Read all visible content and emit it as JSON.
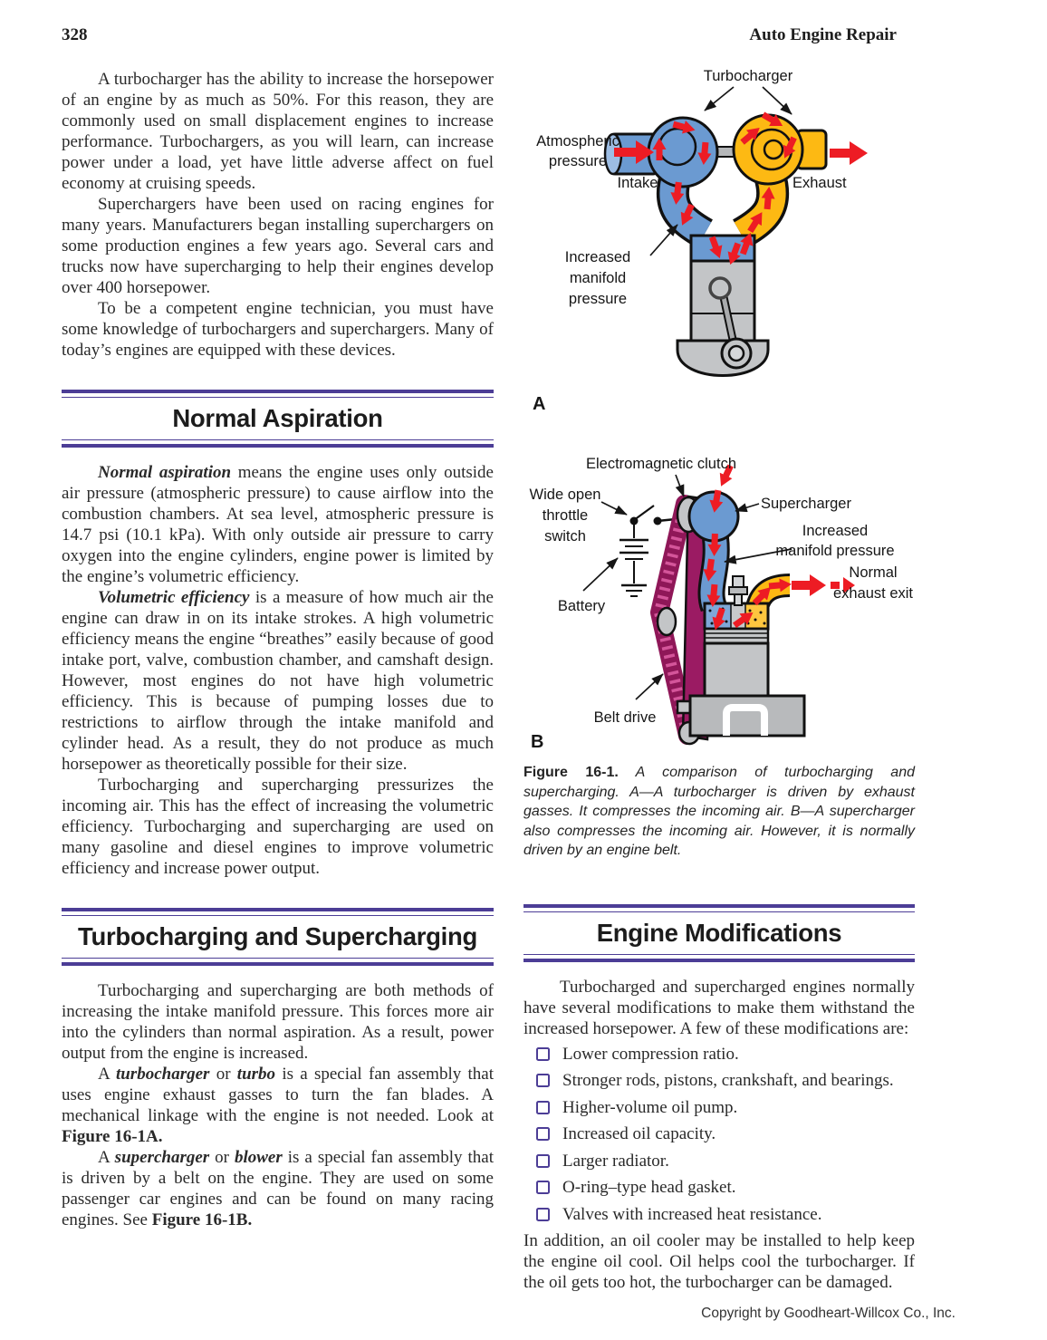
{
  "header": {
    "page_number": "328",
    "book_title": "Auto Engine Repair"
  },
  "left_column": {
    "para1": "A turbocharger has the ability to increase the horsepower of an engine by as much as 50%. For this reason, they are commonly used on small displacement engines to increase performance. Turbochargers, as you will learn, can increase power under a load, yet have little adverse affect on fuel economy at cruising speeds.",
    "para2": "Superchargers have been used on racing engines for many years. Manufacturers began installing superchargers on some production engines a few years ago. Several cars and trucks now have supercharging to help their engines develop over 400 horsepower.",
    "para3": "To be a competent engine technician, you must have some knowledge of turbochargers and superchargers. Many of today’s engines are equipped with these devices.",
    "heading_normal_aspiration": "Normal Aspiration",
    "para4": {
      "lead": "Normal aspiration",
      "rest": " means the engine uses only outside air pressure (atmospheric pressure) to cause airflow into the combustion chambers. At sea level, atmospheric pressure is 14.7 psi (10.1 kPa). With only outside air pressure to carry oxygen into the engine cylinders, engine power is limited by the engine’s volumetric efficiency."
    },
    "para5": {
      "lead": "Volumetric efficiency",
      "rest": " is a measure of how much air the engine can draw in on its intake strokes. A high volumetric efficiency means the engine “breathes” easily because of good intake port, valve, combustion chamber, and camshaft design. However, most engines do not have high volumetric efficiency. This is because of pumping losses due to restrictions to airflow through the intake manifold and cylinder head. As a result, they do not produce as much horsepower as theoretically possible for their size."
    },
    "para6": "Turbocharging and supercharging pressurizes the incoming air. This has the effect of increasing the volumetric efficiency. Turbocharging and supercharging are used on many gasoline and diesel engines to improve volumetric efficiency and increase power output.",
    "heading_turbo_super": "Turbocharging and Supercharging",
    "para7": "Turbocharging and supercharging are both methods of increasing the intake manifold pressure. This forces more air into the cylinders than normal aspiration. As a result, power output from the engine is increased.",
    "para8": {
      "s1": "A ",
      "term1": "turbocharger",
      "s2": " or ",
      "term2": "turbo",
      "s3": " is a special fan assembly that uses engine exhaust gasses to turn the fan blades. A mechanical linkage with the engine is not needed. Look at ",
      "ref": "Figure 16-1A."
    },
    "para9": {
      "s1": "A ",
      "term1": "supercharger",
      "s2": " or ",
      "term2": "blower",
      "s3": " is a special fan assembly that is driven by a belt on the engine. They are used on some passenger car engines and can be found on many racing engines. See ",
      "ref": "Figure 16-1B."
    }
  },
  "figure_a": {
    "label_turbocharger": "Turbocharger",
    "label_atmospheric_1": "Atmospheric",
    "label_atmospheric_2": "pressure",
    "label_intake": "Intake",
    "label_exhaust": "Exhaust",
    "label_manifold_1": "Increased",
    "label_manifold_2": "manifold",
    "label_manifold_3": "pressure",
    "tag": "A"
  },
  "figure_b": {
    "label_clutch": "Electromagnetic clutch",
    "label_wot_1": "Wide open",
    "label_wot_2": "throttle",
    "label_wot_3": "switch",
    "label_battery": "Battery",
    "label_supercharger": "Supercharger",
    "label_manifold_1": "Increased",
    "label_manifold_2": "manifold pressure",
    "label_exhaust_1": "Normal",
    "label_exhaust_2": "exhaust exit",
    "label_belt": "Belt drive",
    "tag": "B"
  },
  "figure_caption": {
    "label": "Figure 16-1.",
    "text": " A comparison of turbocharging and supercharging. A—A turbocharger is driven by exhaust gasses. It compresses the incoming air. B—A supercharger also compresses the incoming air. However, it is normally driven by an engine belt."
  },
  "right_column": {
    "heading_engine_mods": "Engine Modifications",
    "intro": "Turbocharged and supercharged engines normally have several modifications to make them withstand the increased horsepower. A few of these modifications are:",
    "bullet_icon": "open-square-bullet",
    "modifications": [
      "Lower compression ratio.",
      "Stronger rods, pistons, crankshaft, and bearings.",
      "Higher-volume oil pump.",
      "Increased oil capacity.",
      "Larger radiator.",
      "O-ring–type head gasket.",
      "Valves with increased heat resistance."
    ],
    "closing": "In addition, an oil cooler may be installed to help keep the engine oil cool. Oil helps cool the turbocharger. If the oil gets too hot, the turbocharger can be damaged."
  },
  "footer": {
    "copyright": "Copyright by Goodheart-Willcox Co., Inc."
  },
  "figure_colors": {
    "intake_blue": "#6b9ad1",
    "exhaust_yellow": "#fdb913",
    "flow_red": "#ed1c24",
    "belt_magenta": "#9b1b63",
    "metal_gray": "#c3c5c7",
    "rule_purple": "#4c3d96"
  }
}
